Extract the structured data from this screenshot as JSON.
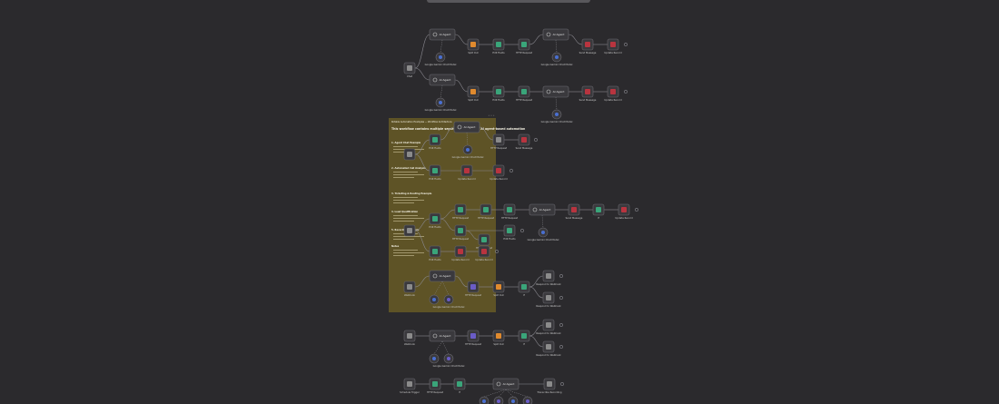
{
  "colors": {
    "canvas": "#2b2a2d",
    "node_fill": "#3a393d",
    "node_stroke": "#6b6a70",
    "edge": "#8a8990",
    "sticky_note": "#5e5326",
    "green": "#3aa57a",
    "orange": "#e08a2e",
    "red": "#b8343f",
    "purple": "#6a5cc7",
    "blue": "#4a6fd1",
    "gray": "#8b8b8b"
  },
  "workflow": {
    "top_toolbar": "",
    "sticky_note": {
      "title": "Rotable Automation Examples — Workflow Architecture",
      "heading": "This workflow contains multiple separate examples of AI agent-based automation",
      "sections": [
        "1. Agent Chat Example",
        "2. Automated Call Analysis",
        "3. Ticketing & Routing Example",
        "4. Lead Qualification",
        "5. Recording Analysis",
        "Notes"
      ]
    },
    "ellipsis": "• • •",
    "node_labels": {
      "when_chat": "Chat",
      "agent": "AI Agent",
      "google_model": "Google Gemini Chat Model",
      "code_split": "Split Out",
      "set": "Edit Fields",
      "http": "HTTP Request",
      "if": "If",
      "send": "Send Message",
      "update": "Update Record",
      "webhook": "Webhook",
      "respond": "Respond to Webhook",
      "schedule": "Schedule Trigger",
      "transcribe": "Transcribe Recording"
    }
  }
}
